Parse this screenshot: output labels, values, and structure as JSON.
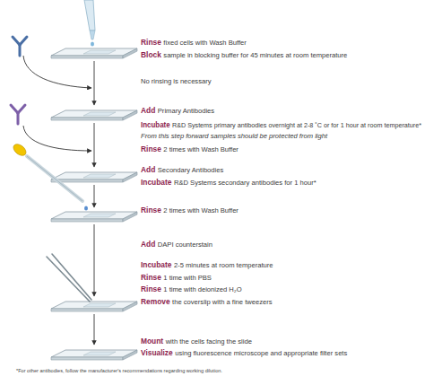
{
  "diagram": {
    "labels": [
      "Rinse",
      "fixed cells with Wash Buffer",
      "Block",
      "sample in blocking buffer for 45 minutes at room temperature",
      "No rinsing is necessary",
      "Add",
      "Primary Antibodies",
      "Incubate",
      "R&D Systems primary antibodies overnight at 2-8 ˚C or for 1 hour at room temperature*",
      "From this step forward samples should be protected from light",
      "Rinse",
      "2 times with Wash Buffer",
      "Add",
      "Secondary Antibodies",
      "Incubate",
      "R&D Systems secondary antibodies for 1 hour*",
      "Rinse",
      "2 times with Wash Buffer",
      "Add",
      "DAPI counterstain",
      "Incubate",
      "2-5 minutes at room temperature",
      "Rinse",
      "1 time with PBS",
      "Rinse",
      "1 time with deionized H₂O",
      "Remove",
      "the coverslip with a fine tweezers",
      "Mount",
      "with the cells facing the slide",
      "Visualize",
      "using fluorescence microscope and appropriate filter sets",
      "*For other antibodies, follow the manufacturer's recommendations regarding working dilution."
    ]
  }
}
